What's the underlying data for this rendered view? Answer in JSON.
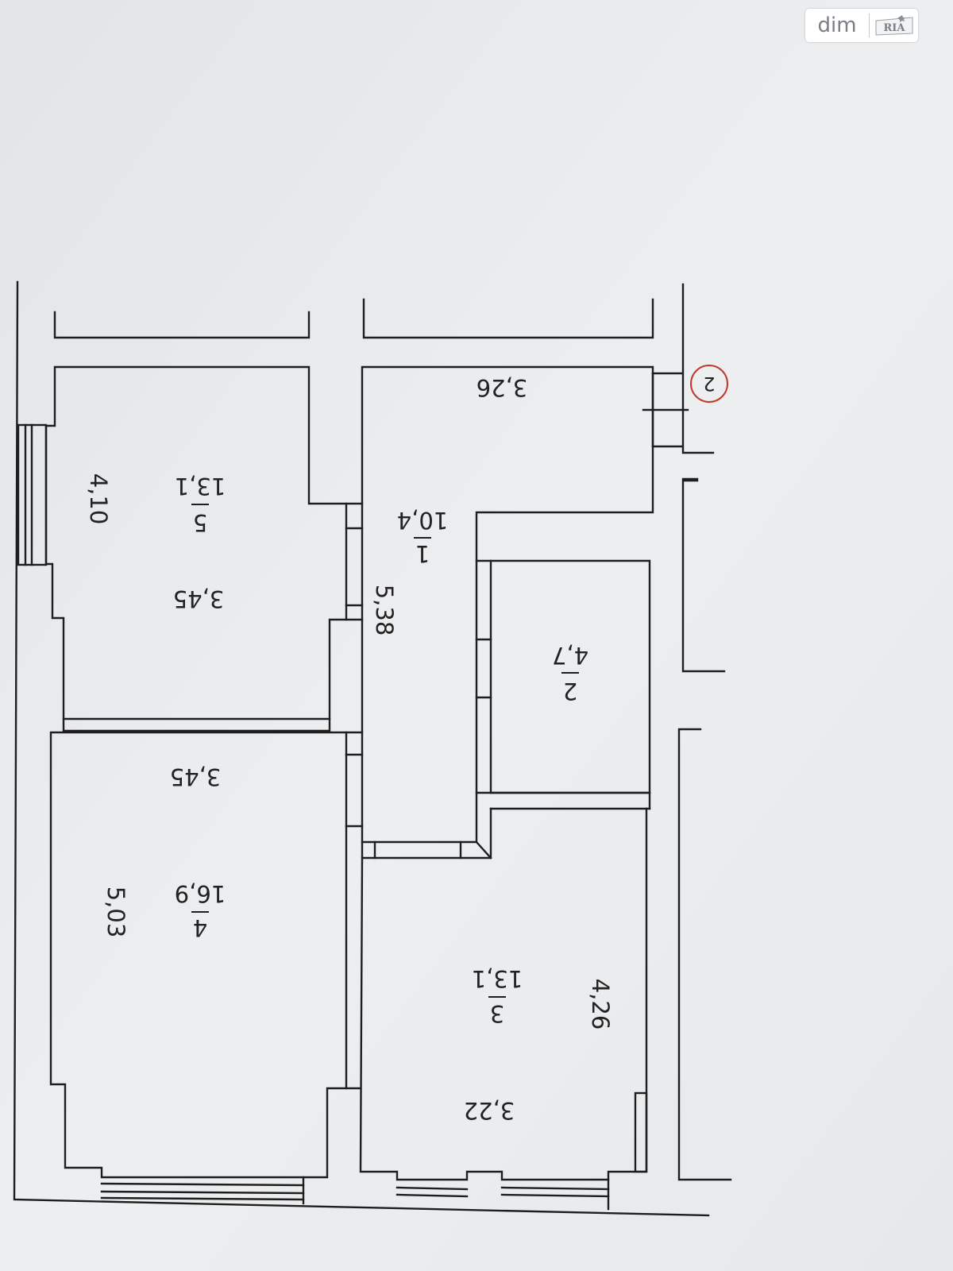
{
  "watermark": {
    "text": "dim",
    "logo": "RIA"
  },
  "axis_marker": "2",
  "rooms": [
    {
      "number": "1",
      "area": "10,4"
    },
    {
      "number": "2",
      "area": "4,7"
    },
    {
      "number": "3",
      "area": "13,1"
    },
    {
      "number": "4",
      "area": "16,9"
    },
    {
      "number": "5",
      "area": "13,1"
    }
  ],
  "dimensions": [
    "3,26",
    "5,38",
    "4,10",
    "3,45",
    "3,45",
    "5,03",
    "4,26",
    "3,22"
  ],
  "colors": {
    "paper": "#e9ebee",
    "ink": "#1e1e1e",
    "marker": "#c0392b"
  }
}
